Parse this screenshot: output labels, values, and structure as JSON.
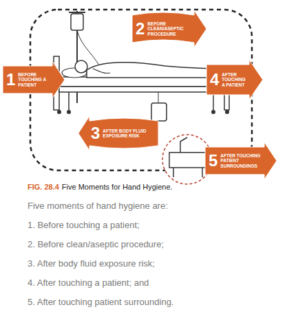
{
  "diagram": {
    "caption": "Five Moments for Hand Hygiene.",
    "nodes": [
      {
        "text": [
          "1",
          "BEFORE TOUCHING A PATIENT"
        ]
      },
      {
        "text": [
          "2",
          "BEFORE CLEAN/ASEPTIC PROCEDURE"
        ]
      },
      {
        "text": [
          "3",
          "AFTER BODY FLUID EXPOSURE RISK"
        ]
      },
      {
        "text": [
          "4",
          "AFTER TOUCHING A PATIENT"
        ]
      },
      {
        "text": [
          "5",
          "AFTER TOUCHING PATIENT SURROUNDINGS"
        ]
      }
    ],
    "labels": [
      "FIG. 28.4",
      "Five moments of hand hygiene are:",
      "1. Before touching a patient;",
      "2. Before clean/aseptic procedure;",
      "3. After body fluid exposure risk;",
      "4. After touching a patient; and",
      "5. After touching patient surrounding."
    ]
  }
}
